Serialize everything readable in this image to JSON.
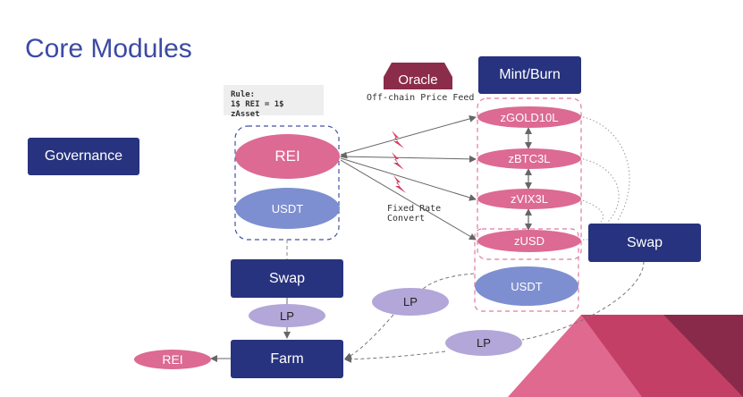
{
  "title": "Core Modules",
  "governance": "Governance",
  "oracle": "Oracle",
  "oracle_caption": "Off-chain Price Feed",
  "mint_burn": "Mint/Burn",
  "rule_line1": "Rule:",
  "rule_line2": "1$ REI = 1$ zAsset",
  "left_pool": {
    "rei": "REI",
    "usdt": "USDT"
  },
  "swap_left": "Swap",
  "lp_left": "LP",
  "farm": "Farm",
  "rei_out": "REI",
  "zassets": [
    "zGOLD10L",
    "zBTC3L",
    "zVIX3L",
    "zUSD"
  ],
  "right_usdt": "USDT",
  "swap_right": "Swap",
  "lp_middle": "LP",
  "lp_bottom": "LP",
  "fixed_rate_line1": "Fixed Rate",
  "fixed_rate_line2": "Convert",
  "colors": {
    "navy": "#27337e",
    "pink": "#dc6a92",
    "blue": "#7d8fd0",
    "lavender": "#b2a7d8",
    "oracle": "#8c2c4b",
    "title": "#3b4aa5"
  }
}
